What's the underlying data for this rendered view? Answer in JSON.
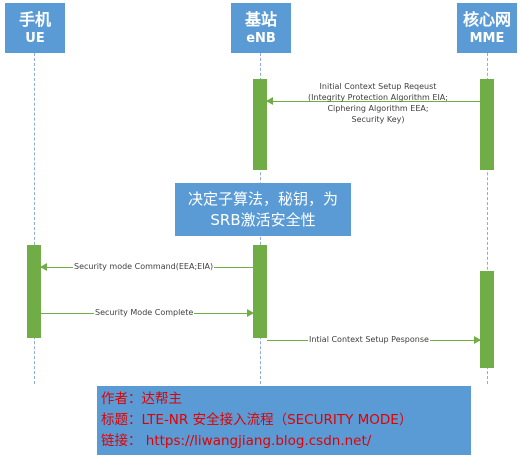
{
  "entities": {
    "ue": {
      "name_zh": "手机",
      "name_en": "UE"
    },
    "enb": {
      "name_zh": "基站",
      "name_en": "eNB"
    },
    "mme": {
      "name_zh": "核心网",
      "name_en": "MME"
    }
  },
  "messages": {
    "initial_context_setup_request": {
      "line1": "Initial Context Setup Reqeust",
      "line2": "(Integrity Protection Algorithm EIA;",
      "line3": "Ciphering Algorithm EEA;",
      "line4": "Security Key)"
    },
    "security_mode_command": "Security mode Command(EEA;EIA)",
    "security_mode_complete": "Security Mode Complete",
    "initial_context_setup_response": "Intial Context Setup Pesponse"
  },
  "decision": {
    "line1": "决定子算法，秘钥，为",
    "line2": "SRB激活安全性"
  },
  "credit": {
    "author": "作者：达帮主",
    "title": "标题：LTE-NR 安全接入流程（SECURITY MODE）",
    "link": "链接： https://liwangjiang.blog.csdn.net/"
  },
  "colors": {
    "header_fill": "#5b9bd5",
    "activation": "#70ad47",
    "lifeline": "#8faadc",
    "credit_text": "#e00000"
  }
}
